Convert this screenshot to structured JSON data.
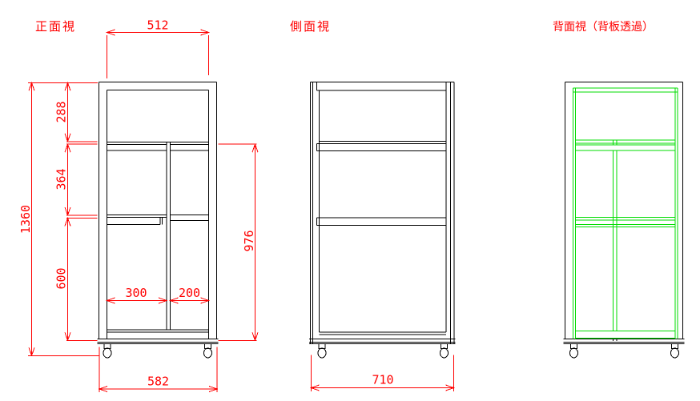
{
  "views": {
    "front": {
      "label": "正面視"
    },
    "side": {
      "label": "側面視"
    },
    "back": {
      "label": "背面視（背板透過）"
    }
  },
  "dimensions": {
    "inner_width_top": "512",
    "total_height": "1360",
    "top_section_height": "288",
    "middle_section_height": "364",
    "bottom_section_height": "600",
    "lower_right_height": "976",
    "left_compartment_width": "300",
    "right_compartment_width": "200",
    "overall_width": "582",
    "depth": "710"
  },
  "colors": {
    "outline": "#000000",
    "dimension": "#ff0000",
    "hidden_structure": "#00dd00",
    "background": "#ffffff"
  }
}
